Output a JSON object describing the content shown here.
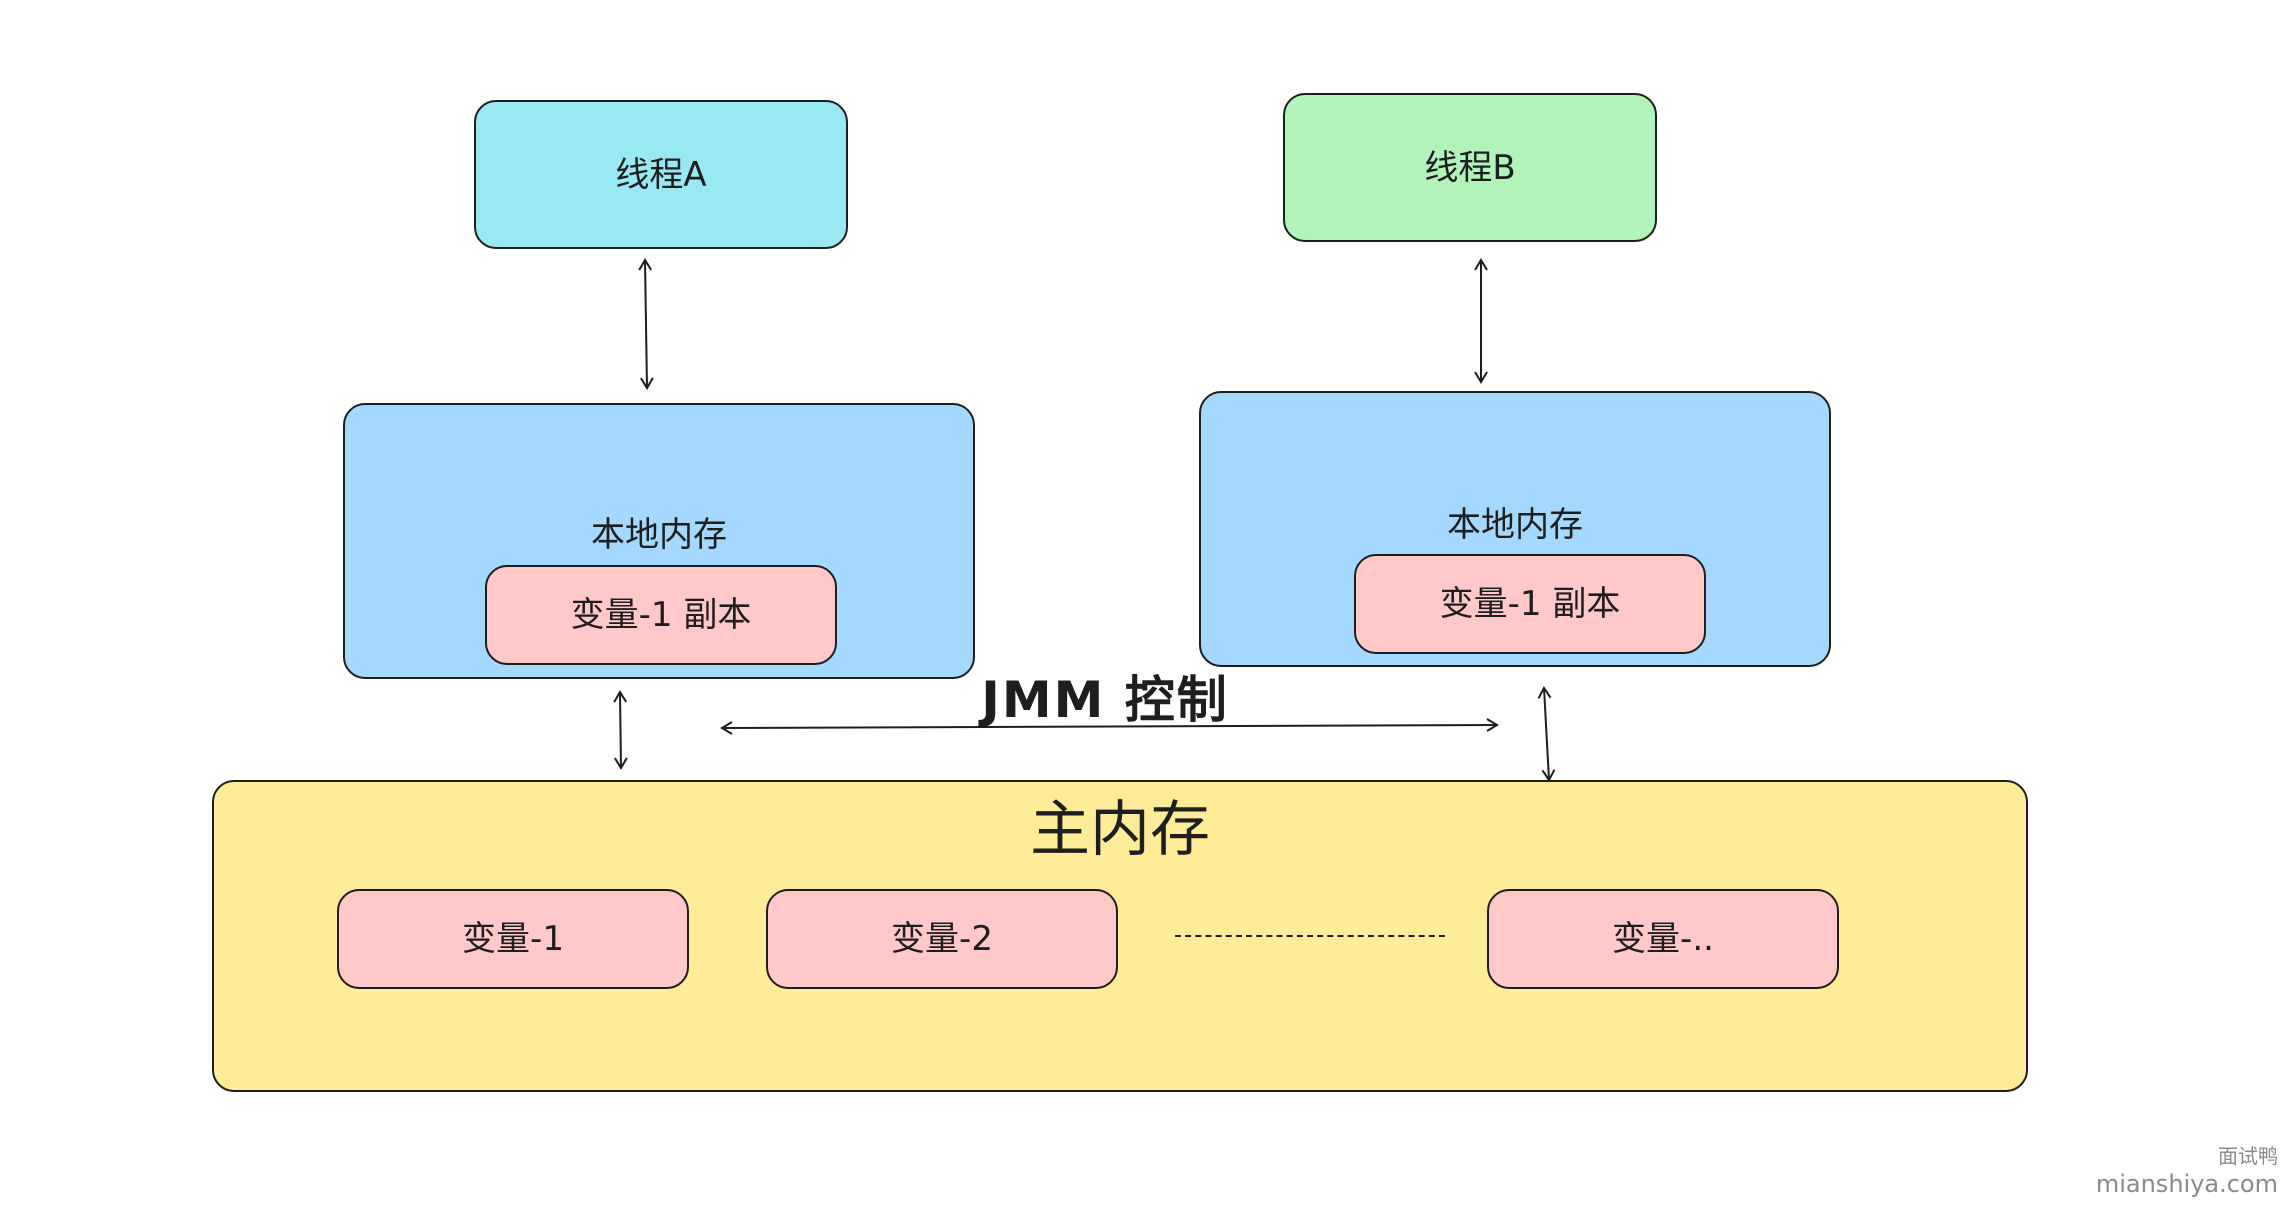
{
  "thread_a": {
    "label": "线程A"
  },
  "thread_b": {
    "label": "线程B"
  },
  "local_memory_a": {
    "label": "本地内存",
    "copy_label": "变量-1 副本"
  },
  "local_memory_b": {
    "label": "本地内存",
    "copy_label": "变量-1 副本"
  },
  "jmm_label": "JMM 控制",
  "main_memory": {
    "label": "主内存",
    "variables": [
      "变量-1",
      "变量-2",
      "变量-.."
    ]
  },
  "watermark": {
    "site_name": "面试鸭",
    "url": "mianshiya.com"
  },
  "colors": {
    "thread_a": "#99e9f2",
    "thread_b": "#b2f2bb",
    "local_memory": "#a5d8ff",
    "variable": "#ffc9c9",
    "main_memory": "#ffec99",
    "stroke": "#1e1e1e"
  }
}
